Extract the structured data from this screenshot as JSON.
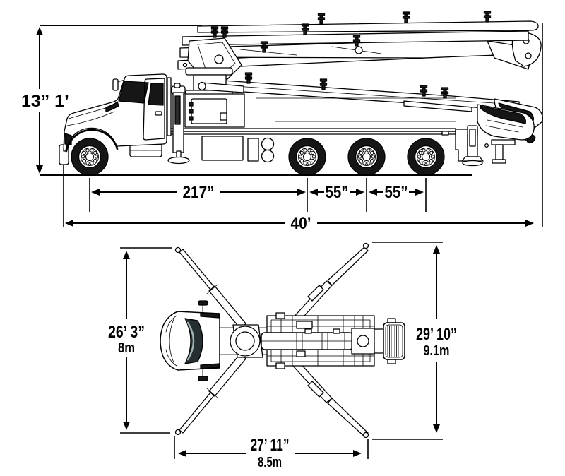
{
  "diagram": {
    "name": "concrete-boom-pump-truck-dimensions",
    "side_view": {
      "height": "13” 1’",
      "wheelbase": "217”",
      "axle_spacing_1": "55”",
      "axle_spacing_2": "55”",
      "overall_length": "40’"
    },
    "top_view": {
      "front_outrigger_spread_ft_in": "26’ 3”",
      "front_outrigger_spread_m": "8m",
      "rear_outrigger_spread_ft_in": "29’ 10”",
      "rear_outrigger_spread_m": "9.1m",
      "outrigger_span_ft_in": "27’ 11”",
      "outrigger_span_m": "8.5m"
    },
    "colors": {
      "line": "#000000",
      "background": "#ffffff",
      "glass": "#161616",
      "glass_tint": "#9fb0b0"
    }
  }
}
